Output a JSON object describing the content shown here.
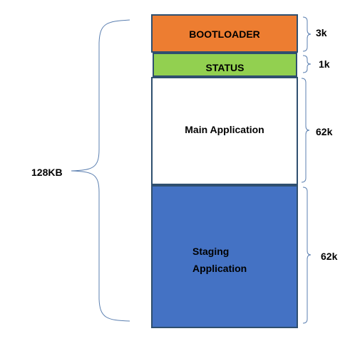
{
  "colors": {
    "bootloader": "#ed7d31",
    "status": "#92d050",
    "main_application": "#ffffff",
    "staging_application": "#4472c4",
    "brace": "#5b7fb0",
    "border": "#2f4f6f"
  },
  "segments": [
    {
      "label": "BOOTLOADER",
      "size": "3k"
    },
    {
      "label": "STATUS",
      "size": "1k"
    },
    {
      "label": "Main Application",
      "size": "62k"
    },
    {
      "label": "Staging Application",
      "size": "62k"
    }
  ],
  "total_size": "128KB"
}
